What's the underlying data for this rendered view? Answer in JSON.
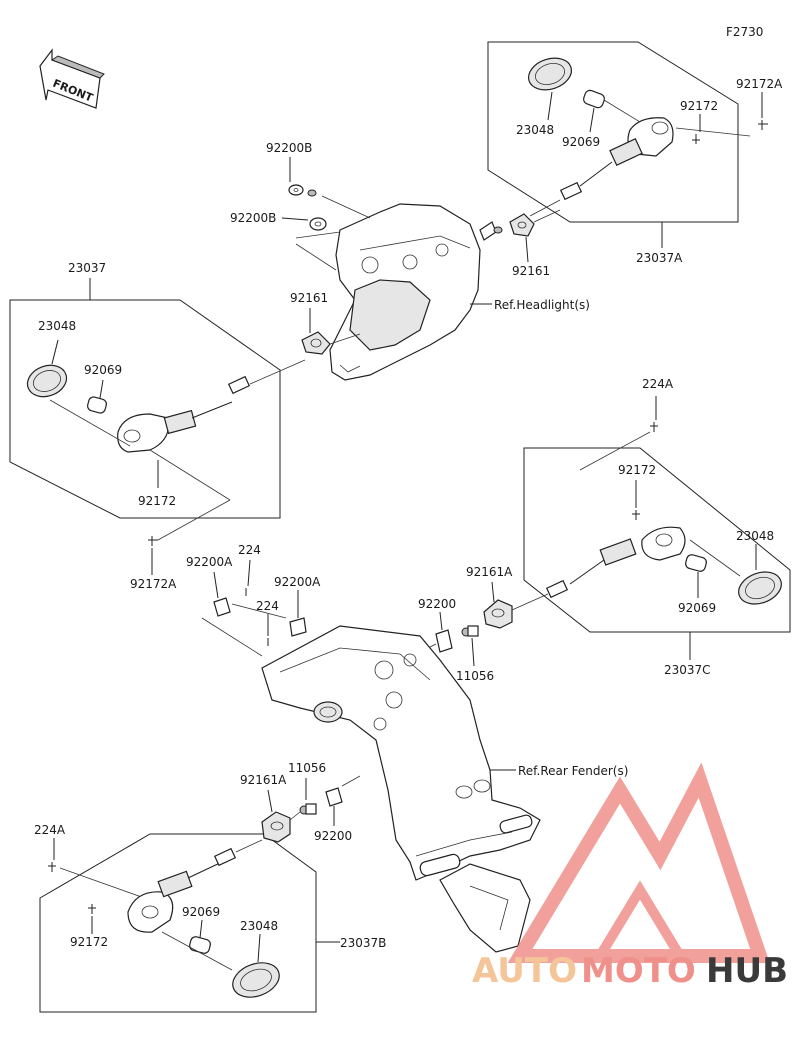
{
  "figure_code": "F2730",
  "front_label": "FRONT",
  "part_labels": {
    "p23037": "23037",
    "p23048_l": "23048",
    "p92069_l": "92069",
    "p92172_l": "92172",
    "p92172a_l": "92172A",
    "p92200b_1": "92200B",
    "p92200b_2": "92200B",
    "p92161_l": "92161",
    "p92161_r": "92161",
    "p23048_tr": "23048",
    "p92069_tr": "92069",
    "p92172_tr": "92172",
    "p92172a_tr": "92172A",
    "p23037a": "23037A",
    "p224a_r": "224A",
    "p92172_mr": "92172",
    "p23048_mr": "23048",
    "p92069_mr": "92069",
    "p92161a_mr": "92161A",
    "p23037c": "23037C",
    "p92200a_1": "92200A",
    "p224_1": "224",
    "p224_2": "224",
    "p92200a_2": "92200A",
    "p92200_m": "92200",
    "p11056_m": "11056",
    "p92161a_bl": "92161A",
    "p11056_bl": "11056",
    "p92200_bl": "92200",
    "p224a_bl": "224A",
    "p92172_bl": "92172",
    "p92069_bl": "92069",
    "p23048_bl": "23048",
    "p23037b": "23037B"
  },
  "references": {
    "headlight": "Ref.Headlight(s)",
    "rear_fender": "Ref.Rear Fender(s)"
  },
  "watermark": {
    "part1": "AUTO",
    "part2": "MOTO",
    "part3": "HUB",
    "color_primary": "#f0908a",
    "color_secondary": "#f5c59a",
    "color_dark": "#3a3a3a"
  }
}
